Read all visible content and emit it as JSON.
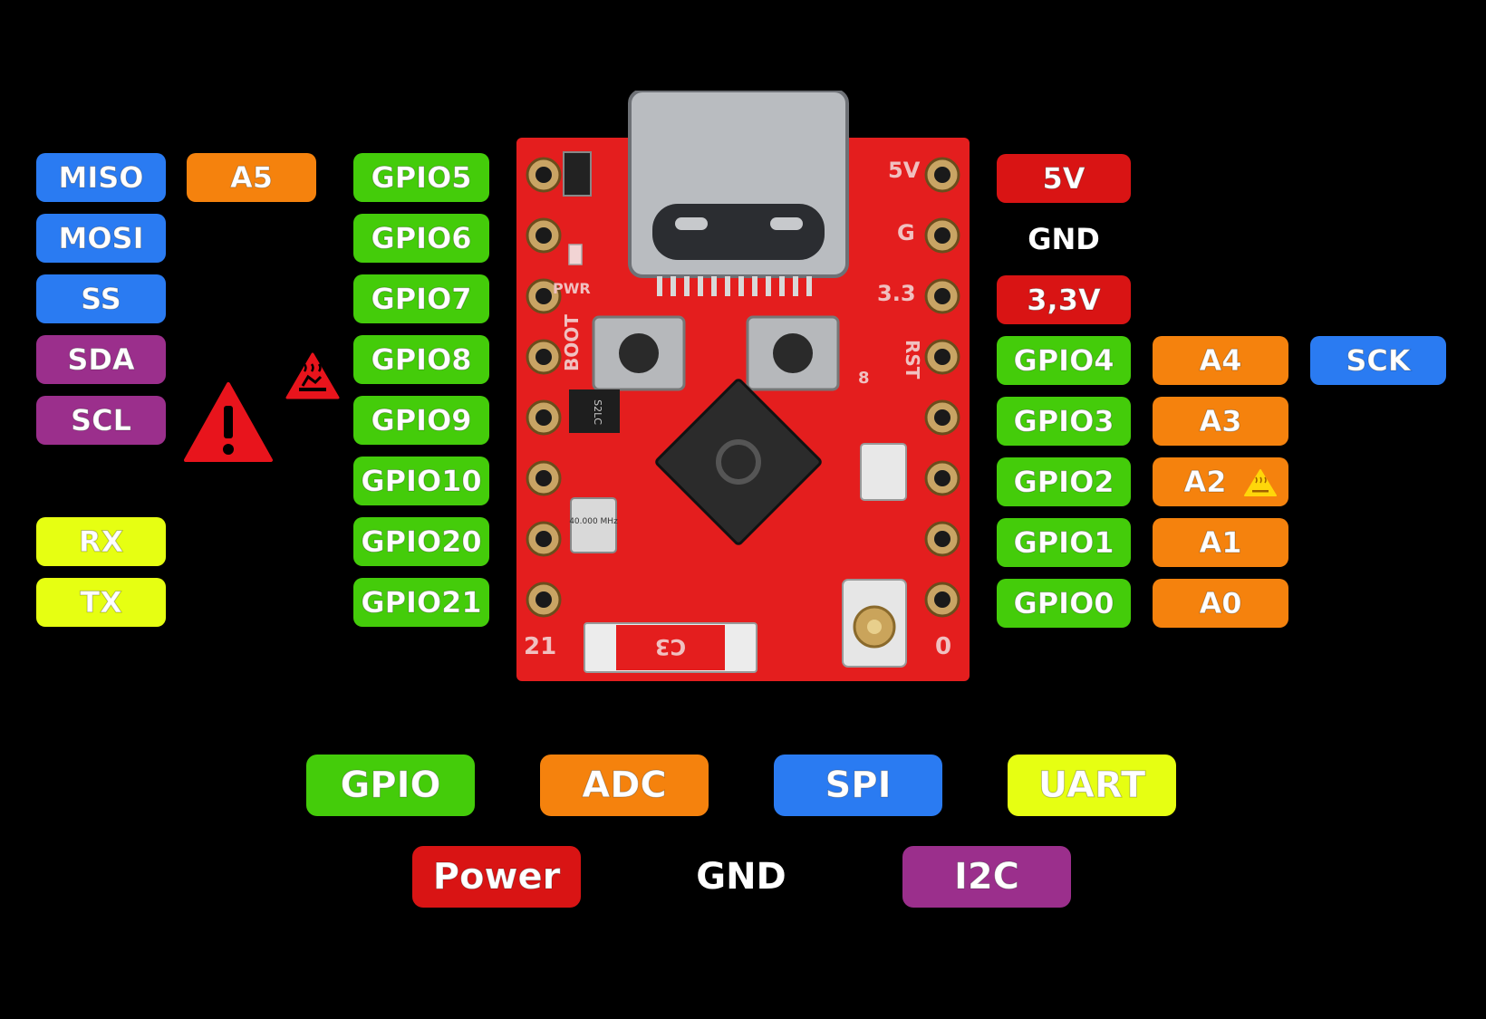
{
  "left_pins": [
    {
      "label": "GPIO5",
      "color": "#44cc0a"
    },
    {
      "label": "GPIO6",
      "color": "#44cc0a"
    },
    {
      "label": "GPIO7",
      "color": "#44cc0a"
    },
    {
      "label": "GPIO8",
      "color": "#44cc0a"
    },
    {
      "label": "GPIO9",
      "color": "#44cc0a"
    },
    {
      "label": "GPIO10",
      "color": "#44cc0a"
    },
    {
      "label": "GPIO20",
      "color": "#44cc0a"
    },
    {
      "label": "GPIO21",
      "color": "#44cc0a"
    }
  ],
  "left_alt": {
    "a5": "A5",
    "miso": "MISO",
    "mosi": "MOSI",
    "ss": "SS",
    "sda": "SDA",
    "scl": "SCL",
    "rx": "RX",
    "tx": "TX"
  },
  "right_pins": [
    {
      "label": "5V",
      "color": "#d91414"
    },
    {
      "label": "GND",
      "color": "none"
    },
    {
      "label": "3,3V",
      "color": "#d91414"
    },
    {
      "label": "GPIO4",
      "color": "#44cc0a"
    },
    {
      "label": "GPIO3",
      "color": "#44cc0a"
    },
    {
      "label": "GPIO2",
      "color": "#44cc0a"
    },
    {
      "label": "GPIO1",
      "color": "#44cc0a"
    },
    {
      "label": "GPIO0",
      "color": "#44cc0a"
    }
  ],
  "right_alt": {
    "a4": "A4",
    "a3": "A3",
    "a2": "A2",
    "a1": "A1",
    "a0": "A0",
    "sck": "SCK"
  },
  "board_silkscreen": {
    "5v": "5V",
    "g": "G",
    "3v3": "3.3",
    "rst": "RST",
    "boot": "BOOT",
    "pwr": "PWR",
    "pin21": "21",
    "pin0": "0",
    "c3": "C3",
    "crystal": "40.000 MHz",
    "regulator": "S2LC",
    "pin8": "8"
  },
  "legend": {
    "gpio": "GPIO",
    "adc": "ADC",
    "spi": "SPI",
    "uart": "UART",
    "power": "Power",
    "gnd": "GND",
    "i2c": "I2C"
  },
  "colors": {
    "gpio": "#44cc0a",
    "adc": "#f5820d",
    "spi": "#2a7bf2",
    "uart": "#e6ff12",
    "power": "#d91414",
    "i2c": "#9b2f8c",
    "board": "#e41e1e",
    "warning": "#e8141c",
    "caution": "#ffd60a"
  },
  "icons": [
    "warning-icon",
    "hot-surface-icon",
    "caution-hot-icon"
  ]
}
